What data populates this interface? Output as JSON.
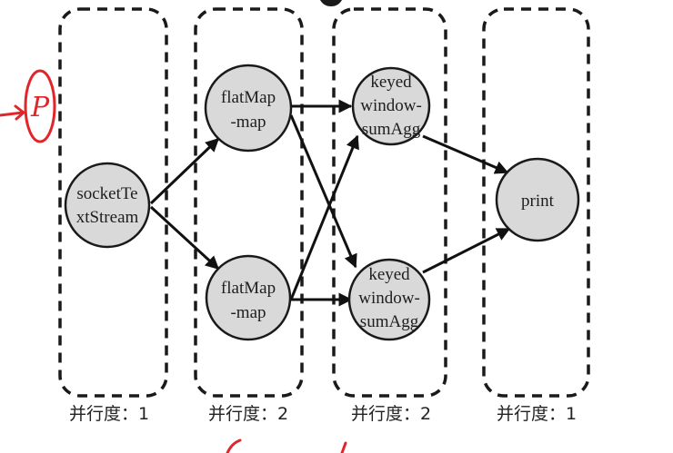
{
  "colors": {
    "node_fill": "#d9d9d9",
    "stroke": "#1a1a1a",
    "annotation": "#e0262a",
    "background": "#ffffff"
  },
  "annotation": {
    "letter": "P"
  },
  "groups": [
    {
      "id": "source",
      "parallelism_label": "并行度：1"
    },
    {
      "id": "flatmap",
      "parallelism_label": "并行度：2"
    },
    {
      "id": "window",
      "parallelism_label": "并行度：2"
    },
    {
      "id": "sink",
      "parallelism_label": "并行度：1"
    }
  ],
  "nodes": [
    {
      "id": "socket",
      "lines": [
        "socketTe",
        "xtStream"
      ]
    },
    {
      "id": "flatmap1",
      "lines": [
        "flatMap",
        "-map"
      ]
    },
    {
      "id": "flatmap2",
      "lines": [
        "flatMap",
        "-map"
      ]
    },
    {
      "id": "window1",
      "lines": [
        "keyed",
        "window-",
        "sumAgg"
      ]
    },
    {
      "id": "window2",
      "lines": [
        "keyed",
        "window-",
        "sumAgg"
      ]
    },
    {
      "id": "print",
      "lines": [
        "print"
      ]
    }
  ],
  "edges": [
    {
      "from": "socket",
      "to": "flatmap1"
    },
    {
      "from": "socket",
      "to": "flatmap2"
    },
    {
      "from": "flatmap1",
      "to": "window1"
    },
    {
      "from": "flatmap1",
      "to": "window2"
    },
    {
      "from": "flatmap2",
      "to": "window1"
    },
    {
      "from": "flatmap2",
      "to": "window2"
    },
    {
      "from": "window1",
      "to": "print"
    },
    {
      "from": "window2",
      "to": "print"
    }
  ]
}
